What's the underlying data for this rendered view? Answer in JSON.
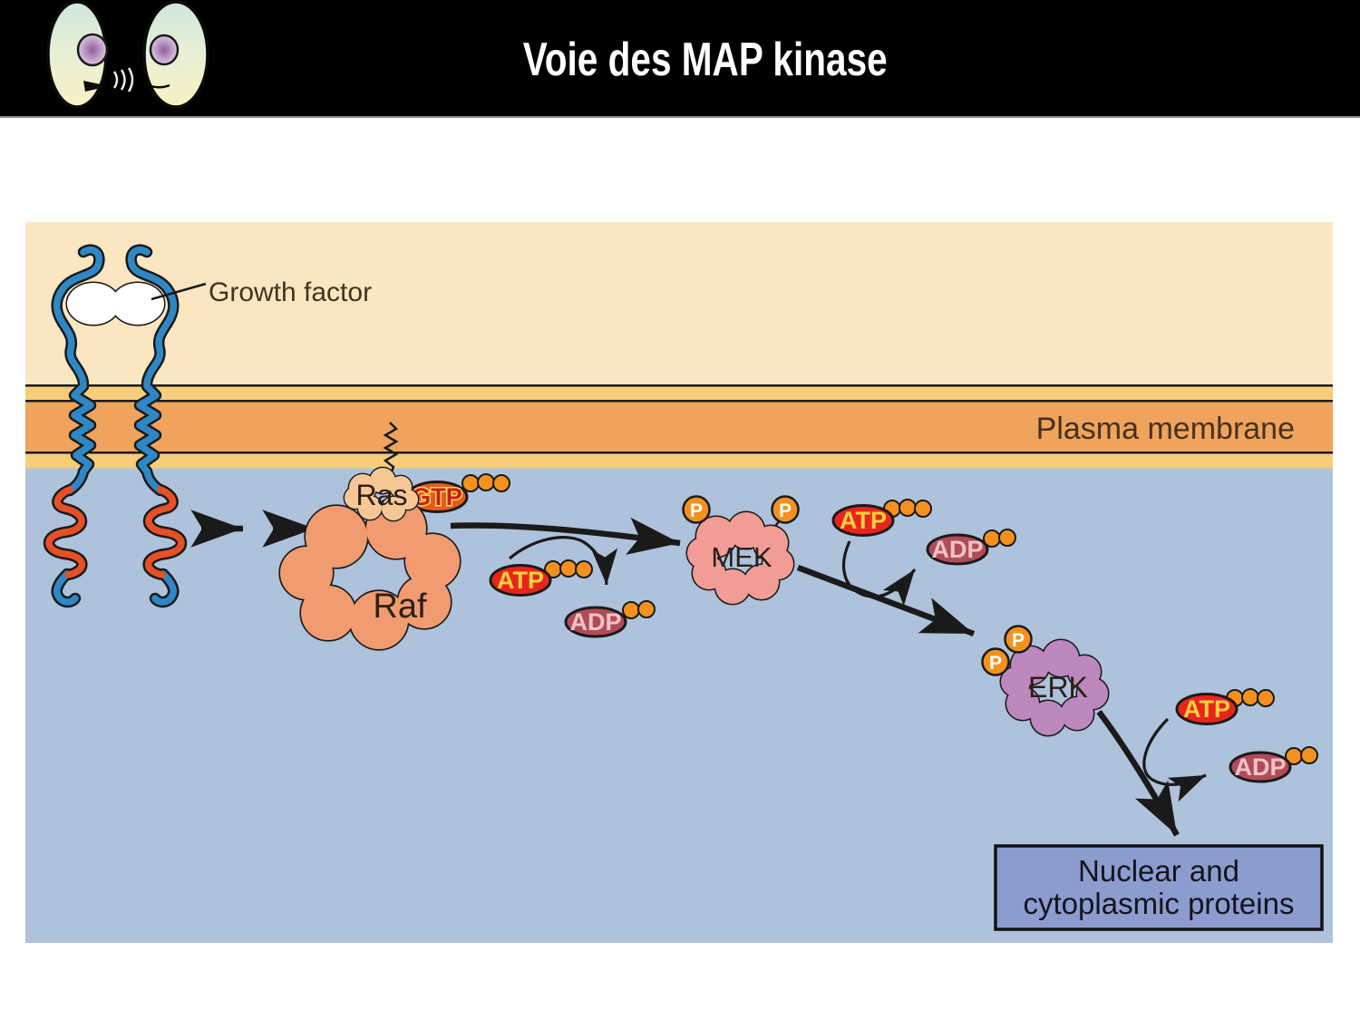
{
  "header": {
    "title": "Voie des MAP kinase"
  },
  "diagram": {
    "labels": {
      "growth_factor": "Growth factor",
      "plasma_membrane": "Plasma membrane",
      "ras": "Ras",
      "raf": "Raf",
      "mek": "MEK",
      "erk": "ERK",
      "gtp": "GTP",
      "atp": "ATP",
      "adp": "ADP",
      "phosphate": "P",
      "target_box_line1": "Nuclear and",
      "target_box_line2": "cytoplasmic proteins"
    }
  },
  "colors": {
    "pageBg": "#FFFFFF",
    "headerBg": "#000000",
    "headerRule": "#8A8A8A",
    "titleText": "#FFFFFF",
    "cream": "#FAE7C1",
    "membraneLight": "#F7CD79",
    "membraneOrange": "#F0A35C",
    "cytoplasm": "#AEC2DB",
    "outlineBlack": "#1A1A1A",
    "receptorBlue": "#2F87C6",
    "receptorRed": "#E65026",
    "growthFactorWhite": "#FFFFFF",
    "rasPeach": "#F6C795",
    "rafSalmon": "#F19B70",
    "mekPink": "#F19C95",
    "erkPurple": "#BC88BD",
    "nucleotideRed": "#E8251C",
    "gtpOrangeRed": "#E65C1E",
    "gtpTextRed": "#C8201A",
    "gtpTextHalo": "#F7D75A",
    "atpTextYellow": "#F8D03C",
    "adpMaroon": "#B04C57",
    "adpTextPink": "#EFC3C7",
    "phosphateOrange": "#F4911E",
    "pText": "#FFFFFF",
    "labelDark": "#45321F",
    "blobText": "#2A2018",
    "boxFill": "#8C9CCE",
    "boxText": "#14141E",
    "mascotTop": "#CFE7DB",
    "mascotMid": "#E8EFD6",
    "mascotBottom": "#F8F1C3",
    "nucleusPurple": "#8E5F9E"
  }
}
